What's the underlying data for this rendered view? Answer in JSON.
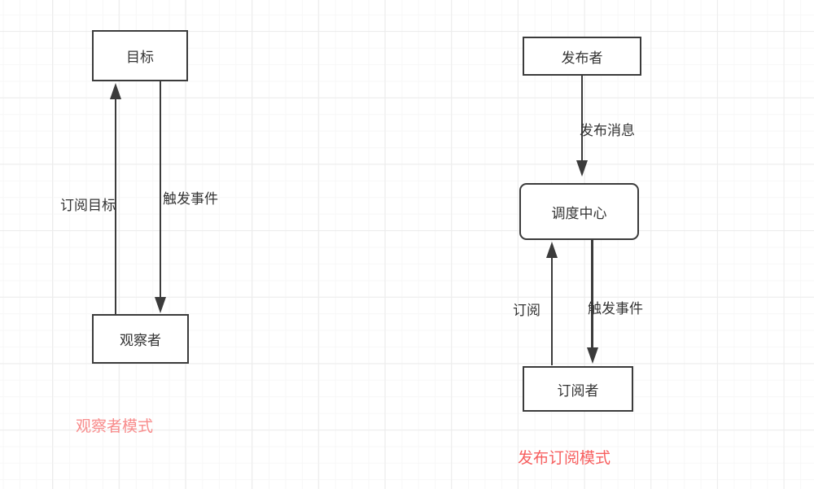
{
  "colors": {
    "stroke": "#3b3b3b",
    "text": "#333333",
    "observer-title": "#f88c8c",
    "pubsub-title": "#f75f5f",
    "bg": "#ffffff",
    "grid-minor": "#f7f7f7",
    "grid-major": "#ececec"
  },
  "observer": {
    "title": "观察者模式",
    "nodes": [
      {
        "id": "target",
        "label": "目标"
      },
      {
        "id": "observer",
        "label": "观察者"
      }
    ],
    "edges": [
      {
        "id": "subscribe-target",
        "from": "observer",
        "to": "target",
        "label": "订阅目标",
        "direction": "up"
      },
      {
        "id": "trigger-event",
        "from": "target",
        "to": "observer",
        "label": "触发事件",
        "direction": "down"
      }
    ]
  },
  "pubsub": {
    "title": "发布订阅模式",
    "nodes": [
      {
        "id": "publisher",
        "label": "发布者"
      },
      {
        "id": "dispatcher",
        "label": "调度中心"
      },
      {
        "id": "subscriber",
        "label": "订阅者"
      }
    ],
    "edges": [
      {
        "id": "publish-message",
        "from": "publisher",
        "to": "dispatcher",
        "label": "发布消息",
        "direction": "down"
      },
      {
        "id": "subscribe",
        "from": "subscriber",
        "to": "dispatcher",
        "label": "订阅",
        "direction": "up"
      },
      {
        "id": "trigger-event",
        "from": "dispatcher",
        "to": "subscriber",
        "label": "触发事件",
        "direction": "down"
      }
    ]
  }
}
